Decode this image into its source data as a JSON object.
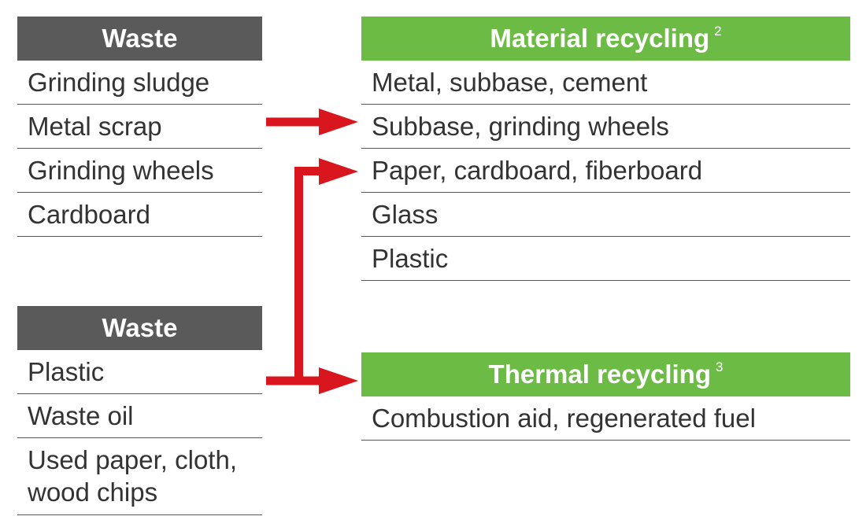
{
  "waste_top": {
    "header": "Waste",
    "rows": [
      "Grinding sludge",
      "Metal scrap",
      "Grinding wheels",
      "Cardboard"
    ]
  },
  "waste_bottom": {
    "header": "Waste",
    "rows": [
      "Plastic",
      "Waste oil",
      "Used paper, cloth, wood chips"
    ]
  },
  "material_recycling": {
    "header": "Material recycling",
    "footnote": "2",
    "rows": [
      "Metal, subbase, cement",
      "Subbase, grinding wheels",
      "Paper, cardboard, fiberboard",
      "Glass",
      "Plastic"
    ]
  },
  "thermal_recycling": {
    "header": "Thermal recycling",
    "footnote": "3",
    "rows": [
      "Combustion aid, regenerated fuel"
    ]
  },
  "colors": {
    "waste_header": "#5b5a5a",
    "recycling_header": "#6cbb45",
    "arrow": "#d9161e"
  }
}
